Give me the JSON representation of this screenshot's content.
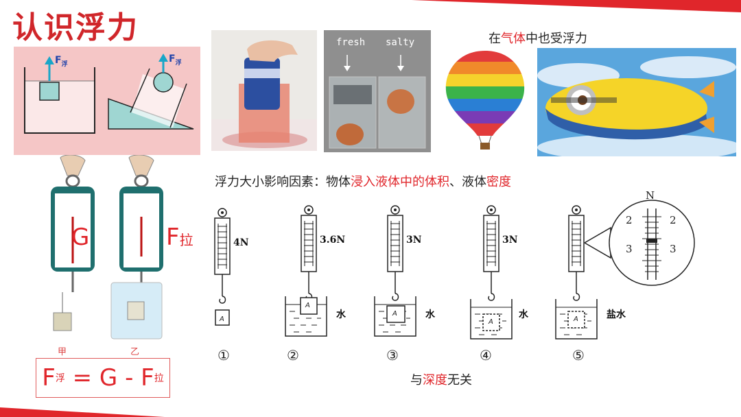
{
  "title": "认识浮力",
  "gas": {
    "pre": "在",
    "red": "气体",
    "post": "中也受浮力"
  },
  "diagram": {
    "f_label": "F",
    "f_sub": "浮"
  },
  "egg": {
    "fresh": "fresh",
    "salty": "salty"
  },
  "factors": {
    "pre": "浮力大小影响因素：物体",
    "red1": "浸入液体中的体积",
    "mid": "、液体",
    "red2": "密度"
  },
  "scale": {
    "g_label": "G",
    "f_label": "F",
    "f_sub": "拉",
    "label_a": "甲",
    "label_b": "乙"
  },
  "formula": {
    "f": "F",
    "f_sub": "浮",
    "eq": " = G - ",
    "f2": "F",
    "f2_sub": "拉"
  },
  "experiments": [
    {
      "reading": "4N",
      "liquid": "",
      "num": "①"
    },
    {
      "reading": "3.6N",
      "liquid": "水",
      "num": "②"
    },
    {
      "reading": "3N",
      "liquid": "水",
      "num": "③"
    },
    {
      "reading": "3N",
      "liquid": "水",
      "num": "④"
    },
    {
      "reading": "",
      "liquid": "盐水",
      "num": "⑤"
    }
  ],
  "zoom": {
    "unit": "N",
    "t1": "2",
    "t2": "3"
  },
  "depth": {
    "pre": "与",
    "red": "深度",
    "post": "无关"
  },
  "block_letter": "A",
  "colors": {
    "accent": "#e0262b",
    "panel": "#f5c6c6",
    "diagram_fill": "#9fd6d2"
  }
}
